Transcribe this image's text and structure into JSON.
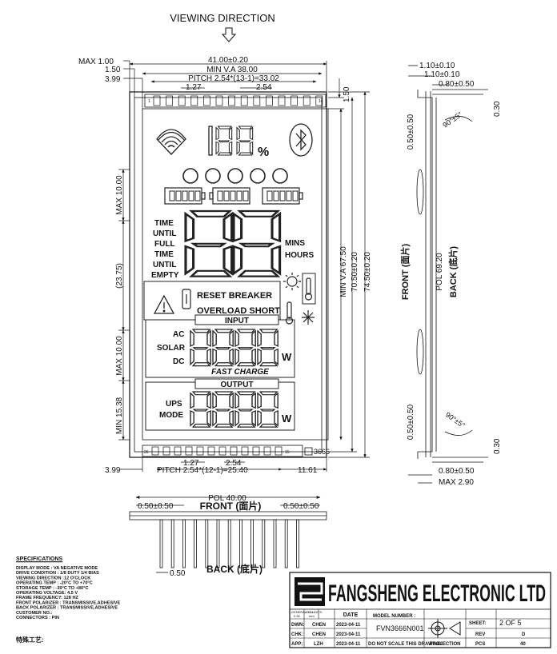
{
  "drawing": {
    "viewing_direction": "VIEWING DIRECTION",
    "front_view": {
      "dim_max_100": "MAX 1.00",
      "dim_150": "1.50",
      "dim_399_top": "3.99",
      "dim_width": "41.00±0.20",
      "dim_min_va": "MIN V.A 38.00",
      "dim_pitch_top": "PITCH 2.54*(13-1)=33.02",
      "dim_127_top": "1.27",
      "dim_254_top": "2.54",
      "dim_150_right": "1.50",
      "dim_max_1000_a": "MAX 10.00",
      "dim_2375": "(23.75)",
      "dim_max_1000_b": "MAX 10.00",
      "dim_min_1538": "MIN 15.38",
      "dim_399_bottom": "3.99",
      "dim_127_bottom": "1.27",
      "dim_254_bottom": "2.54",
      "dim_pitch_bottom": "PITCH 2.54*(12-1)=25.40",
      "dim_1161": "11.61",
      "dim_min_va_6750": "MIN V.A 67.50",
      "dim_7050": "70.50±0.20",
      "dim_7450": "74.50±0.20",
      "pin_1": "1",
      "pin_14": "14",
      "pin_26": "26",
      "pin_15": "15",
      "part_code": "3666"
    },
    "lcd": {
      "digits_top": "188",
      "percent": "%",
      "time_labels": [
        "TIME",
        "UNTIL",
        "FULL",
        "TIME",
        "UNTIL",
        "EMPTY"
      ],
      "mins": "MINS",
      "hours": "HOURS",
      "reset_breaker": "RESET BREAKER",
      "overload_short": "OVERLOAD SHORT",
      "input": "INPUT",
      "ac": "AC",
      "solar": "SOLAR",
      "dc": "DC",
      "w1": "W",
      "fast_charge": "FAST CHARGE",
      "output": "OUTPUT",
      "ups": "UPS",
      "mode": "MODE",
      "w2": "W"
    },
    "side_view": {
      "dim_110a": "1.10±0.10",
      "dim_110b": "1.10±0.10",
      "dim_080_top": "0.80±0.50",
      "dim_030_top": "0.30",
      "dim_050_top": "0.50±0.50",
      "angle_top": "90°±5°",
      "front_label": "FRONT (面片)",
      "back_label": "BACK (底片)",
      "pol_6920": "POL 69.20",
      "dim_050_bottom": "0.50±0.50",
      "angle_bottom": "90°±5°",
      "dim_080_bottom": "0.80±0.50",
      "dim_030_bottom": "0.30",
      "dim_max_290": "MAX 2.90"
    },
    "bottom_view": {
      "pol_40": "POL 40.00",
      "dim_050_left": "0.50±0.50",
      "front_label": "FRONT (面片)",
      "dim_050_right": "0.50±0.50",
      "dim_050_pin": "0.50",
      "back_label": "BACK (底片)"
    }
  },
  "specifications": {
    "title": "SPECIFICATIONS",
    "lines": [
      "DISPLAY MODE :   VA NEGATIVE MODE",
      "DRIVE CONDITION : 1/8 DUTY 1/4 BIAS",
      "VIEWING DIRECTION :12 O'CLOCK",
      "OPERATING TEMP :  -20°C TO +70°C",
      "STORAGE TEMP :   -30°C TO +80°C",
      "OPERATING VOLTAGE: 4.5 V",
      "FRAME FREQUENCY: 128 HZ",
      "FRONT POLARIZER : TRANSMISSIVE,ADHESIVE",
      "BACK POLARIZER : TRANSMISSIVE,ADHESIVE",
      "CUSTOMER NO.:",
      "CONNECTORS :    PIN"
    ],
    "special_process": "特殊工艺:"
  },
  "title_block": {
    "company": "FANGSHENG ELECTRONIC LTD",
    "tol_label": "GENERAL TOL.",
    "tol_value": "0.30",
    "units_label": "ALL UNITS:",
    "units_value": "mm",
    "date_header": "DATE",
    "model_label": "MODEL NUMBER :",
    "model_number": "FVN3666N001",
    "dwn_label": "DWN:",
    "dwn_name": "CHEN",
    "dwn_date": "2023-04-11",
    "chk_label": "CHK:",
    "chk_name": "CHEN",
    "chk_date": "2023-04-11",
    "app_label": "APP:",
    "app_name": "LZH",
    "app_date": "2023-04-11",
    "no_scale": "DO NOT SCALE THIS DRAWING.",
    "projection": "PROJECTION",
    "sheet_label": "SHEET:",
    "sheet_value": "2  OF  5",
    "rev_label": "REV",
    "rev_value": "D",
    "pcs_label": "PCS",
    "pcs_value": "40"
  }
}
